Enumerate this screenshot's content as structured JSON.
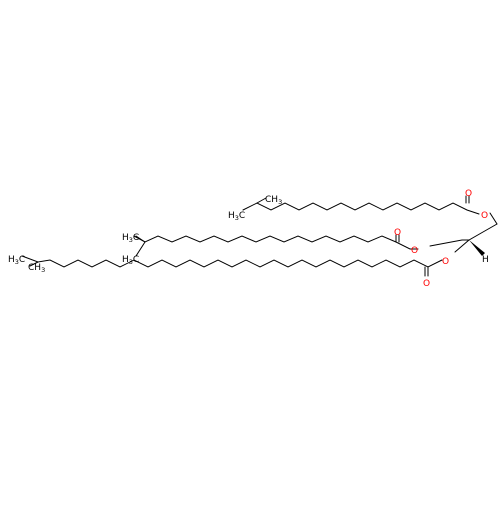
{
  "molecule": {
    "atoms": {
      "o1": "O",
      "o2": "O",
      "o3": "O",
      "o4": "O",
      "o5": "O",
      "o6": "O",
      "h1": "H"
    },
    "groups": {
      "ch3_1": {
        "prefix": "CH",
        "sub": "3"
      },
      "ch3_2": {
        "prefix": "H",
        "sub": "3",
        "suffix": "C"
      },
      "ch3_3": {
        "prefix": "H",
        "sub": "3",
        "suffix": "C"
      },
      "ch3_4": {
        "prefix": "H",
        "sub": "3",
        "suffix": "C"
      },
      "ch3_5": {
        "prefix": "CH",
        "sub": "3"
      },
      "ch3_6": {
        "prefix": "H",
        "sub": "3",
        "suffix": "C"
      }
    },
    "colors": {
      "bond": "#000000",
      "oxygen": "#ff0000"
    }
  }
}
